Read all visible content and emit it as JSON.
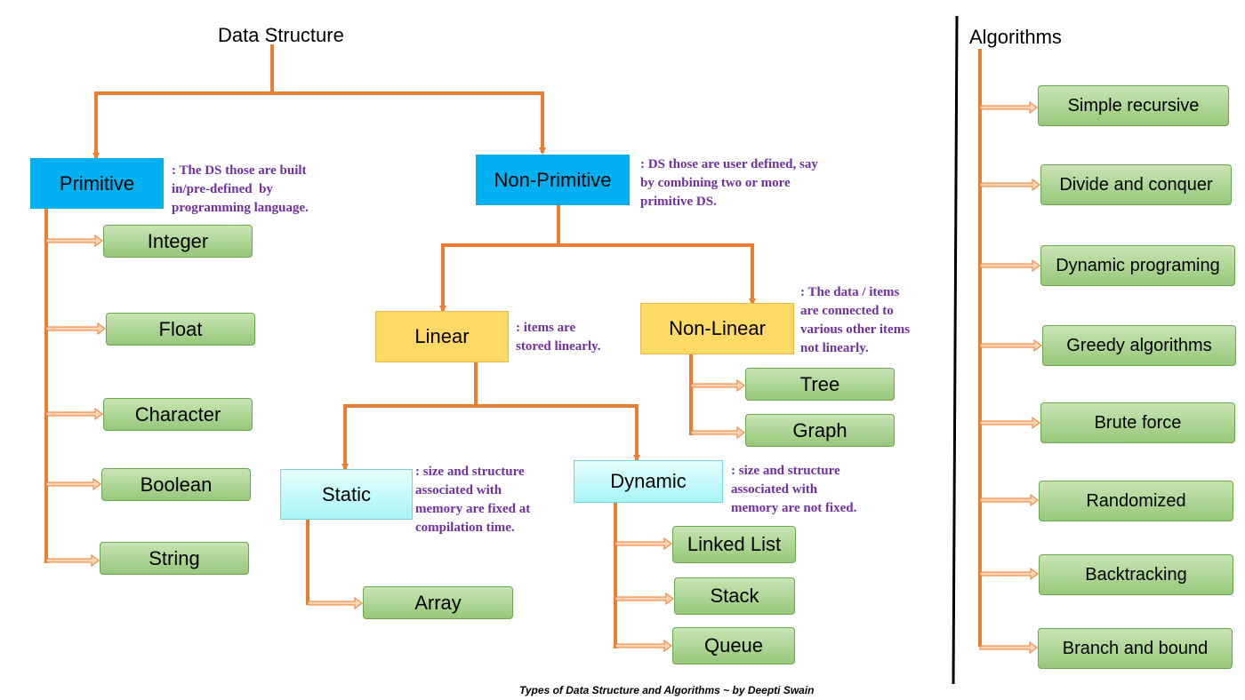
{
  "data_structure": {
    "title": "Data Structure",
    "primitive": {
      "label": "Primitive",
      "note": ": The DS those are built\nin/pre-defined  by\nprogramming language.",
      "children": [
        "Integer",
        "Float",
        "Character",
        "Boolean",
        "String"
      ]
    },
    "non_primitive": {
      "label": "Non-Primitive",
      "note": ": DS those are user defined, say\nby combining two or more\nprimitive DS.",
      "linear": {
        "label": "Linear",
        "note": ": items are\nstored linearly.",
        "static": {
          "label": "Static",
          "note": ": size and structure\nassociated with\nmemory are fixed at\ncompilation time.",
          "children": [
            "Array"
          ]
        },
        "dynamic": {
          "label": "Dynamic",
          "note": ": size and structure\nassociated with\nmemory are not fixed.",
          "children": [
            "Linked List",
            "Stack",
            "Queue"
          ]
        }
      },
      "non_linear": {
        "label": "Non-Linear",
        "note": ": The data / items\nare connected to\nvarious other items\nnot linearly.",
        "children": [
          "Tree",
          "Graph"
        ]
      }
    }
  },
  "algorithms": {
    "title": "Algorithms",
    "items": [
      "Simple recursive",
      "Divide and conquer",
      "Dynamic programing",
      "Greedy algorithms",
      "Brute force",
      "Randomized",
      "Backtracking",
      "Branch and bound"
    ]
  },
  "footer": "Types of Data Structure and Algorithms ~ by Deepti Swain",
  "colors": {
    "connector": "#ed7d31",
    "note_text": "#7030a0",
    "primary_box": "#00b0f0",
    "secondary_box": "#ffd966",
    "tertiary_box": "#a8f4f6",
    "leaf_box": "#a9d18e"
  }
}
